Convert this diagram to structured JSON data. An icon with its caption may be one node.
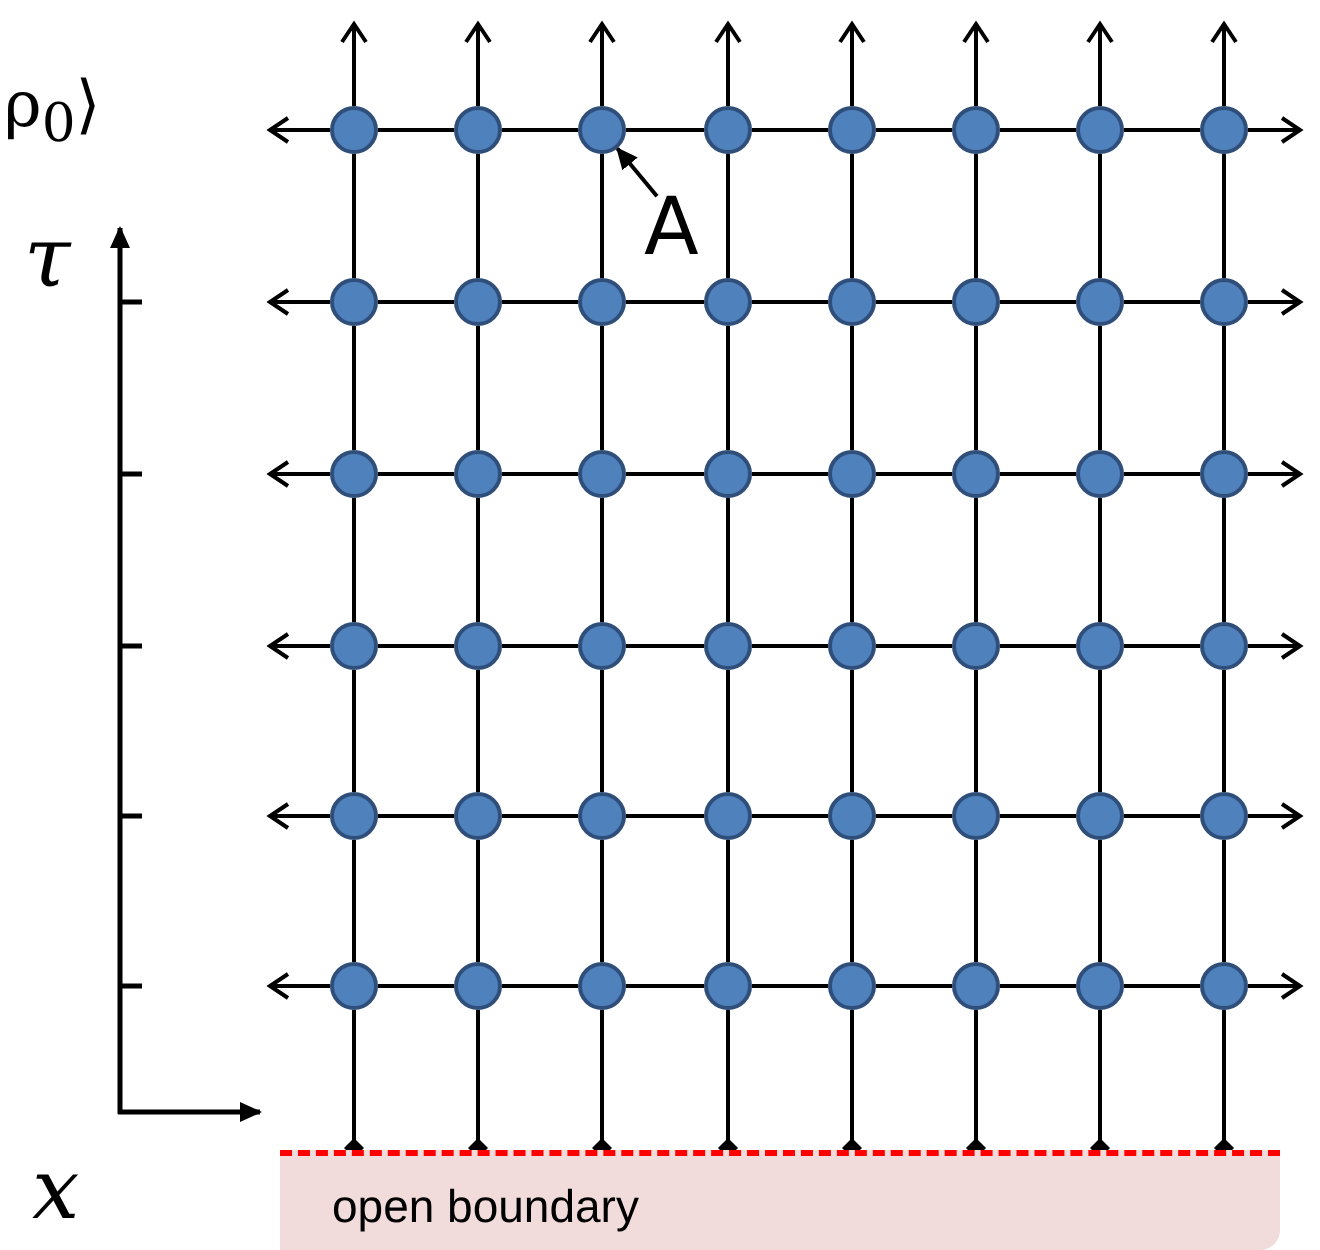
{
  "diagram": {
    "nodes": [
      {
        "text": [],
        "shape": "circle"
      },
      {
        "text": [],
        "shape": "circle"
      },
      {
        "text": [],
        "shape": "circle"
      },
      {
        "text": [],
        "shape": "circle"
      },
      {
        "text": [],
        "shape": "circle"
      },
      {
        "text": [],
        "shape": "circle"
      },
      {
        "text": [],
        "shape": "circle"
      },
      {
        "text": [],
        "shape": "circle"
      },
      {
        "text": [],
        "shape": "circle"
      },
      {
        "text": [],
        "shape": "circle"
      },
      {
        "text": [],
        "shape": "circle"
      },
      {
        "text": [],
        "shape": "circle"
      },
      {
        "text": [],
        "shape": "circle"
      },
      {
        "text": [],
        "shape": "circle"
      },
      {
        "text": [],
        "shape": "circle"
      },
      {
        "text": [],
        "shape": "circle"
      },
      {
        "text": [],
        "shape": "circle"
      },
      {
        "text": [],
        "shape": "circle"
      },
      {
        "text": [],
        "shape": "circle"
      },
      {
        "text": [],
        "shape": "circle"
      },
      {
        "text": [],
        "shape": "circle"
      },
      {
        "text": [],
        "shape": "circle"
      },
      {
        "text": [],
        "shape": "circle"
      },
      {
        "text": [],
        "shape": "circle"
      },
      {
        "text": [],
        "shape": "circle"
      },
      {
        "text": [],
        "shape": "circle"
      },
      {
        "text": [],
        "shape": "circle"
      },
      {
        "text": [],
        "shape": "circle"
      },
      {
        "text": [],
        "shape": "circle"
      },
      {
        "text": [],
        "shape": "circle"
      },
      {
        "text": [],
        "shape": "circle"
      },
      {
        "text": [],
        "shape": "circle"
      },
      {
        "text": [],
        "shape": "circle"
      },
      {
        "text": [],
        "shape": "circle"
      },
      {
        "text": [],
        "shape": "circle"
      },
      {
        "text": [],
        "shape": "circle"
      },
      {
        "text": [],
        "shape": "circle"
      },
      {
        "text": [],
        "shape": "circle"
      },
      {
        "text": [],
        "shape": "circle"
      },
      {
        "text": [],
        "shape": "circle"
      },
      {
        "text": [],
        "shape": "circle"
      },
      {
        "text": [],
        "shape": "circle"
      },
      {
        "text": [],
        "shape": "circle"
      },
      {
        "text": [],
        "shape": "circle"
      },
      {
        "text": [],
        "shape": "circle"
      },
      {
        "text": [],
        "shape": "circle"
      },
      {
        "text": [],
        "shape": "circle"
      },
      {
        "text": [],
        "shape": "circle"
      },
      {
        "text": [
          "A"
        ]
      },
      {
        "text": [
          "open boundary"
        ]
      }
    ],
    "edges": [
      {
        "from": 0,
        "to": 1,
        "arrow": "none"
      },
      {
        "from": 1,
        "to": 2,
        "arrow": "none"
      },
      {
        "from": 2,
        "to": 3,
        "arrow": "none"
      },
      {
        "from": 3,
        "to": 4,
        "arrow": "none"
      },
      {
        "from": 4,
        "to": 5,
        "arrow": "none"
      },
      {
        "from": 5,
        "to": 6,
        "arrow": "none"
      },
      {
        "from": 6,
        "to": 7,
        "arrow": "none"
      },
      {
        "from": 8,
        "to": 9,
        "arrow": "none"
      },
      {
        "from": 9,
        "to": 10,
        "arrow": "none"
      },
      {
        "from": 10,
        "to": 11,
        "arrow": "none"
      },
      {
        "from": 11,
        "to": 12,
        "arrow": "none"
      },
      {
        "from": 12,
        "to": 13,
        "arrow": "none"
      },
      {
        "from": 13,
        "to": 14,
        "arrow": "none"
      },
      {
        "from": 14,
        "to": 15,
        "arrow": "none"
      },
      {
        "from": 16,
        "to": 17,
        "arrow": "none"
      },
      {
        "from": 17,
        "to": 18,
        "arrow": "none"
      },
      {
        "from": 18,
        "to": 19,
        "arrow": "none"
      },
      {
        "from": 19,
        "to": 20,
        "arrow": "none"
      },
      {
        "from": 20,
        "to": 21,
        "arrow": "none"
      },
      {
        "from": 21,
        "to": 22,
        "arrow": "none"
      },
      {
        "from": 22,
        "to": 23,
        "arrow": "none"
      },
      {
        "from": 24,
        "to": 25,
        "arrow": "none"
      },
      {
        "from": 25,
        "to": 26,
        "arrow": "none"
      },
      {
        "from": 26,
        "to": 27,
        "arrow": "none"
      },
      {
        "from": 27,
        "to": 28,
        "arrow": "none"
      },
      {
        "from": 28,
        "to": 29,
        "arrow": "none"
      },
      {
        "from": 29,
        "to": 30,
        "arrow": "none"
      },
      {
        "from": 30,
        "to": 31,
        "arrow": "none"
      },
      {
        "from": 32,
        "to": 33,
        "arrow": "none"
      },
      {
        "from": 33,
        "to": 34,
        "arrow": "none"
      },
      {
        "from": 34,
        "to": 35,
        "arrow": "none"
      },
      {
        "from": 35,
        "to": 36,
        "arrow": "none"
      },
      {
        "from": 36,
        "to": 37,
        "arrow": "none"
      },
      {
        "from": 37,
        "to": 38,
        "arrow": "none"
      },
      {
        "from": 38,
        "to": 39,
        "arrow": "none"
      },
      {
        "from": 40,
        "to": 41,
        "arrow": "none"
      },
      {
        "from": 41,
        "to": 42,
        "arrow": "none"
      },
      {
        "from": 42,
        "to": 43,
        "arrow": "none"
      },
      {
        "from": 43,
        "to": 44,
        "arrow": "none"
      },
      {
        "from": 44,
        "to": 45,
        "arrow": "none"
      },
      {
        "from": 45,
        "to": 46,
        "arrow": "none"
      },
      {
        "from": 46,
        "to": 47,
        "arrow": "none"
      },
      {
        "from": 0,
        "to": 8,
        "arrow": "none"
      },
      {
        "from": 1,
        "to": 9,
        "arrow": "none"
      },
      {
        "from": 2,
        "to": 10,
        "arrow": "none"
      },
      {
        "from": 3,
        "to": 11,
        "arrow": "none"
      },
      {
        "from": 4,
        "to": 12,
        "arrow": "none"
      },
      {
        "from": 5,
        "to": 13,
        "arrow": "none"
      },
      {
        "from": 6,
        "to": 14,
        "arrow": "none"
      },
      {
        "from": 7,
        "to": 15,
        "arrow": "none"
      },
      {
        "from": 8,
        "to": 16,
        "arrow": "none"
      },
      {
        "from": 9,
        "to": 17,
        "arrow": "none"
      },
      {
        "from": 10,
        "to": 18,
        "arrow": "none"
      },
      {
        "from": 11,
        "to": 19,
        "arrow": "none"
      },
      {
        "from": 12,
        "to": 20,
        "arrow": "none"
      },
      {
        "from": 13,
        "to": 21,
        "arrow": "none"
      },
      {
        "from": 14,
        "to": 22,
        "arrow": "none"
      },
      {
        "from": 15,
        "to": 23,
        "arrow": "none"
      },
      {
        "from": 16,
        "to": 24,
        "arrow": "none"
      },
      {
        "from": 17,
        "to": 25,
        "arrow": "none"
      },
      {
        "from": 18,
        "to": 26,
        "arrow": "none"
      },
      {
        "from": 19,
        "to": 27,
        "arrow": "none"
      },
      {
        "from": 20,
        "to": 28,
        "arrow": "none"
      },
      {
        "from": 21,
        "to": 29,
        "arrow": "none"
      },
      {
        "from": 22,
        "to": 30,
        "arrow": "none"
      },
      {
        "from": 23,
        "to": 31,
        "arrow": "none"
      },
      {
        "from": 24,
        "to": 32,
        "arrow": "none"
      },
      {
        "from": 25,
        "to": 33,
        "arrow": "none"
      },
      {
        "from": 26,
        "to": 34,
        "arrow": "none"
      },
      {
        "from": 27,
        "to": 35,
        "arrow": "none"
      },
      {
        "from": 28,
        "to": 36,
        "arrow": "none"
      },
      {
        "from": 29,
        "to": 37,
        "arrow": "none"
      },
      {
        "from": 30,
        "to": 38,
        "arrow": "none"
      },
      {
        "from": 31,
        "to": 39,
        "arrow": "none"
      },
      {
        "from": 32,
        "to": 40,
        "arrow": "none"
      },
      {
        "from": 33,
        "to": 41,
        "arrow": "none"
      },
      {
        "from": 34,
        "to": 42,
        "arrow": "none"
      },
      {
        "from": 35,
        "to": 43,
        "arrow": "none"
      },
      {
        "from": 36,
        "to": 44,
        "arrow": "none"
      },
      {
        "from": 37,
        "to": 45,
        "arrow": "none"
      },
      {
        "from": 38,
        "to": 46,
        "arrow": "none"
      },
      {
        "from": 39,
        "to": 47,
        "arrow": "none"
      },
      {
        "from": 0,
        "to": null,
        "arrow": "to"
      },
      {
        "from": 1,
        "to": null,
        "arrow": "to"
      },
      {
        "from": 2,
        "to": null,
        "arrow": "to"
      },
      {
        "from": 3,
        "to": null,
        "arrow": "to"
      },
      {
        "from": 4,
        "to": null,
        "arrow": "to"
      },
      {
        "from": 5,
        "to": null,
        "arrow": "to"
      },
      {
        "from": 6,
        "to": null,
        "arrow": "to"
      },
      {
        "from": 7,
        "to": null,
        "arrow": "to"
      },
      {
        "from": 0,
        "to": null,
        "arrow": "to"
      },
      {
        "from": 8,
        "to": null,
        "arrow": "to"
      },
      {
        "from": 16,
        "to": null,
        "arrow": "to"
      },
      {
        "from": 24,
        "to": null,
        "arrow": "to"
      },
      {
        "from": 32,
        "to": null,
        "arrow": "to"
      },
      {
        "from": 40,
        "to": null,
        "arrow": "to"
      },
      {
        "from": 7,
        "to": null,
        "arrow": "to"
      },
      {
        "from": 15,
        "to": null,
        "arrow": "to"
      },
      {
        "from": 23,
        "to": null,
        "arrow": "to"
      },
      {
        "from": 31,
        "to": null,
        "arrow": "to"
      },
      {
        "from": 39,
        "to": null,
        "arrow": "to"
      },
      {
        "from": 47,
        "to": null,
        "arrow": "to"
      },
      {
        "from": 40,
        "to": 49,
        "arrow": "other"
      },
      {
        "from": 41,
        "to": 49,
        "arrow": "other"
      },
      {
        "from": 42,
        "to": 49,
        "arrow": "other"
      },
      {
        "from": 43,
        "to": 49,
        "arrow": "other"
      },
      {
        "from": 44,
        "to": 49,
        "arrow": "other"
      },
      {
        "from": 45,
        "to": 49,
        "arrow": "other"
      },
      {
        "from": 46,
        "to": 49,
        "arrow": "other"
      },
      {
        "from": 47,
        "to": 49,
        "arrow": "other"
      },
      {
        "from": 48,
        "to": 2,
        "arrow": "to"
      }
    ],
    "labels": [
      "ρ$_{0}$⟩",
      "τ",
      "x"
    ]
  }
}
